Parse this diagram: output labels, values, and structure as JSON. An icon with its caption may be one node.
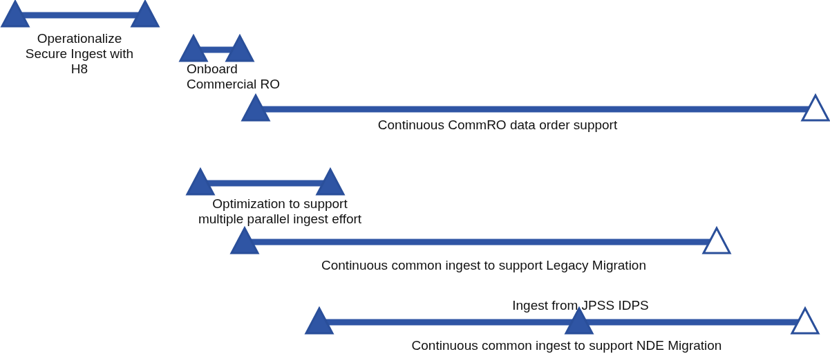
{
  "diagram": {
    "labels": [
      "Operationalize Secure Ingest with H8",
      "Onboard Commercial RO",
      "Continuous CommRO data order support",
      "Optimization to support multiple parallel ingest effort",
      "Continuous common ingest to support Legacy Migration",
      "Ingest from JPSS IDPS",
      "Continuous common ingest to support NDE Migration"
    ]
  }
}
